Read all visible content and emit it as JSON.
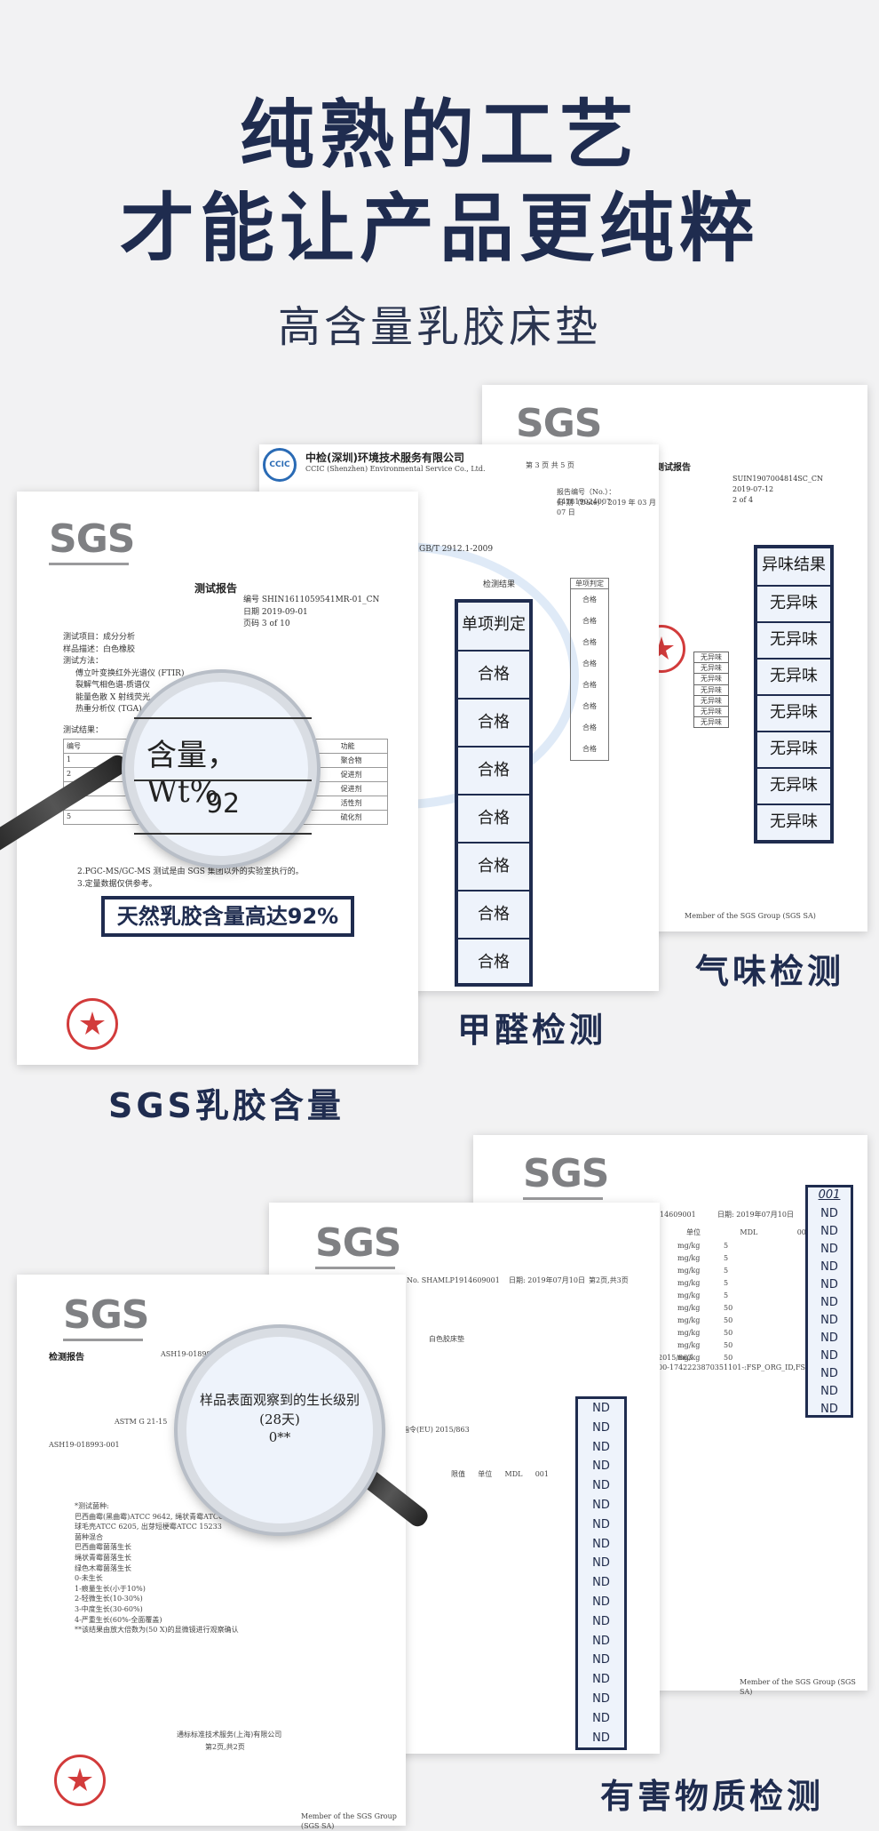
{
  "hero": {
    "title_line1": "纯熟的工艺",
    "title_line2": "才能让产品更纯粹",
    "subtitle": "高含量乳胶床垫"
  },
  "sgs_logo": "SGS",
  "latex_doc": {
    "title": "测试报告",
    "no_label": "编号",
    "no_value": "SHIN1611059541MR-01_CN",
    "date_label": "日期",
    "date_value": "2019-09-01",
    "page_label": "页码",
    "page_value": "3 of 10",
    "lines": [
      "测试项目：成分分析",
      "样品描述：白色橡胶",
      "测试方法：",
      "傅立叶变换红外光谱仪 (FTIR)",
      "裂解气相色谱-质谱仪",
      "能量色散 X 射线荧光",
      "热重分析仪 (TGA)"
    ],
    "table_title": "测试结果：",
    "table_headers": [
      "编号",
      "",
      "功能"
    ],
    "table_functions": [
      "聚合物",
      "促进剂",
      "促进剂",
      "活性剂",
      "硫化剂"
    ],
    "notes": [
      "2.PGC-MS/GC-MS 测试是由 SGS 集团以外的实验室执行的。",
      "3.定量数据仅供参考。"
    ],
    "lens_header": "含量，Wt%",
    "lens_value": "92",
    "highlight": "天然乳胶含量高达92%",
    "caption": "SGS乳胶含量"
  },
  "formaldehyde_doc": {
    "company": "中检(深圳)环境技术服务有限公司",
    "company_en": "CCIC (Shenzhen) Environmental Service Co., Ltd.",
    "report_no": "报告编号（No.）：447819024007",
    "report_date": "日 期（Date）：2019 年 03 月 07 日",
    "page": "第 3 页 共 5 页",
    "standard": "GB/T 2912.1-2009",
    "col_result": "检测结果",
    "col_judge": "单项判定",
    "small_judges": [
      "合格",
      "合格",
      "合格",
      "合格",
      "合格",
      "合格",
      "合格",
      "合格"
    ],
    "box_header": "单项判定",
    "box_cells": [
      "合格",
      "合格",
      "合格",
      "合格",
      "合格",
      "合格",
      "合格"
    ],
    "caption": "甲醛检测"
  },
  "odor_doc": {
    "title": "测试报告",
    "no_value": "SUIN1907004814SC_CN",
    "date_value": "2019-07-12",
    "page_value": "2 of 4",
    "small_cells": [
      "无异味",
      "无异味",
      "无异味",
      "无异味",
      "无异味",
      "无异味",
      "无异味"
    ],
    "box_header": "异味结果",
    "box_cells": [
      "无异味",
      "无异味",
      "无异味",
      "无异味",
      "无异味",
      "无异味",
      "无异味"
    ],
    "footer": "Member of the SGS Group (SGS SA)",
    "caption": "气味检测"
  },
  "harmful_section": {
    "back_doc": {
      "report_no": "14609001",
      "date": "日期: 2019年07月10日",
      "col_headers": [
        "单位",
        "MDL",
        "001"
      ],
      "units": [
        "mg/kg",
        "mg/kg",
        "mg/kg",
        "mg/kg",
        "mg/kg",
        "mg/kg",
        "mg/kg",
        "mg/kg",
        "mg/kg",
        "mg/kg"
      ],
      "mdl": [
        "5",
        "5",
        "5",
        "5",
        "5",
        "50",
        "50",
        "50",
        "50",
        "50"
      ],
      "box_header": "001",
      "box_cells": [
        "ND",
        "ND",
        "ND",
        "ND",
        "ND",
        "ND",
        "ND",
        "ND",
        "ND",
        "ND",
        "ND",
        "ND"
      ],
      "notes": [
        "2015/863",
        "00-1742223870351101-:FSP_ORG_ID,FSP",
        "Member of the SGS Group (SGS SA)"
      ]
    },
    "mid_doc": {
      "report_no": "No. SHAMLP1914609001",
      "date": "日期: 2019年07月10日",
      "page": "第2页,共3页",
      "desc": "白色胶床垫",
      "std": "指令(EU) 2015/863",
      "col_headers": [
        "限值",
        "单位",
        "MDL",
        "001"
      ],
      "box_cells": [
        "ND",
        "ND",
        "ND",
        "ND",
        "ND",
        "ND",
        "ND",
        "ND",
        "ND",
        "ND",
        "ND",
        "ND",
        "ND",
        "ND",
        "ND",
        "ND",
        "ND",
        "ND"
      ]
    },
    "front_doc": {
      "title": "检测报告",
      "report_no": "ASH19-018993-01.001",
      "sample_no": "ASH19-018993-001",
      "method": "ASTM G 21-15",
      "lens_text": "样品表面观察到的生长级别",
      "lens_days": "(28天)",
      "lens_value": "0**",
      "lines": [
        "*测试菌种:",
        "巴西曲霉(黑曲霉)ATCC 9642, 绳状青霉ATCC 11797,",
        "球毛壳ATCC 6205, 出芽短梗霉ATCC 15233",
        "菌种混合",
        "巴西曲霉菌落生长",
        "绳状青霉菌落生长",
        "绿色木霉菌落生长",
        "0-未生长",
        "1-痕量生长(小于10%)",
        "2-轻微生长(10-30%)",
        "3-中度生长(30-60%)",
        "4-严重生长(60%-全面覆盖)",
        "**该结果由放大倍数为(50 X)的显微镜进行观察确认"
      ],
      "company": "通标标准技术服务(上海)有限公司",
      "page": "第2页,共2页",
      "footer": "Member of the SGS Group (SGS SA)"
    },
    "caption": "有害物质检测"
  }
}
